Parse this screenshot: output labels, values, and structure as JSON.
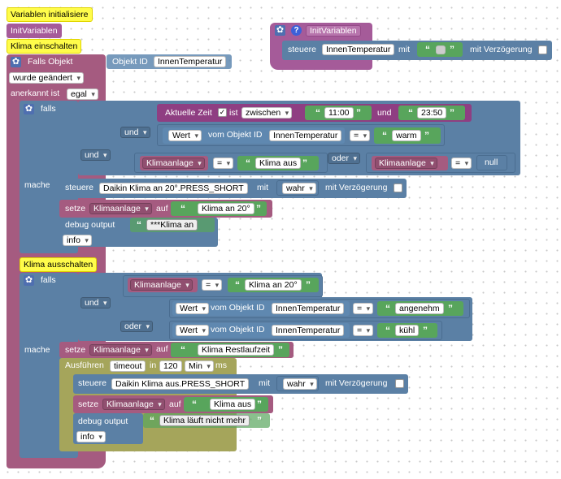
{
  "labels": {
    "init_vars": "Variablen initialisiere",
    "init_vars_proc": "InitVariablen",
    "klima_on": "Klima einschalten",
    "falls_objekt": "Falls Objekt",
    "objekt_id": "Objekt ID",
    "innen_temp": "InnenTemperatur",
    "wurde_geaendert": "wurde geändert",
    "anerkannt_ist": "anerkannt ist",
    "egal": "egal",
    "falls": "falls",
    "mache": "mache",
    "und": "und",
    "oder": "oder",
    "aktuelle_zeit": "Aktuelle Zeit",
    "ist": "ist",
    "zwischen": "zwischen",
    "time_from": "11:00",
    "time_to": "23:50",
    "wert": "Wert",
    "vom_objekt_id": "vom Objekt ID",
    "eq": "=",
    "warm": "warm",
    "klimaanlage": "Klimaanlage",
    "klima_aus": "Klima aus",
    "null": "null",
    "steuere": "steuere",
    "daikin_on": "Daikin Klima an 20°.PRESS_SHORT",
    "mit": "mit",
    "wahr": "wahr",
    "mit_verz": "mit Verzögerung",
    "setze": "setze",
    "auf": "auf",
    "klima_an_20": "Klima an 20°",
    "debug_output": "debug output",
    "klima_an_msg": "***Klima an",
    "info": "info",
    "klima_off": "Klima ausschalten",
    "angenehm": "angenehm",
    "kuehl": "kühl",
    "klima_restlauf": "Klima Restlaufzeit",
    "ausfuehren": "Ausführen",
    "timeout": "timeout",
    "in": "in",
    "n120": "120",
    "min": "Min",
    "ms": "ms",
    "daikin_off": "Daikin Klima aus.PRESS_SHORT",
    "klima_laeuft": "Klima läuft nicht mehr",
    "init_proc": "InitVariablen",
    "empty_quote": "“ ”"
  },
  "colors": {
    "comment": "#fffc4a",
    "procedure": "#a55b99",
    "trigger": "#a55b80",
    "logic": "#5b80a5",
    "text": "#5ba55b",
    "timeout": "#a5a55b"
  }
}
